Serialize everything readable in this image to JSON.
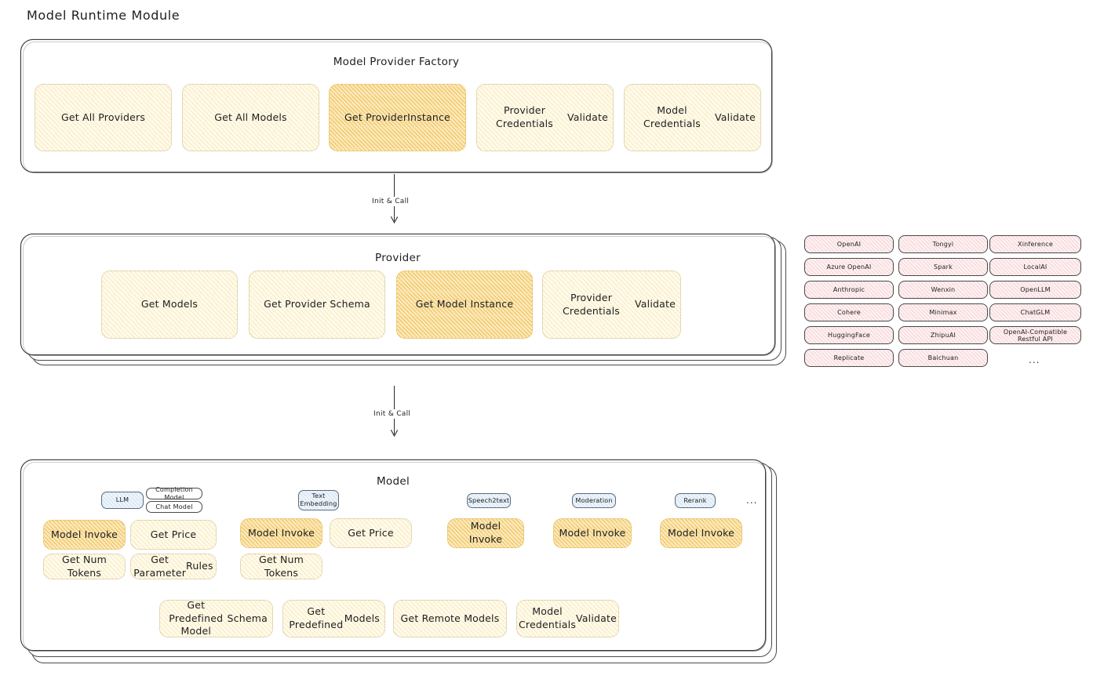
{
  "title": "Model Runtime Module",
  "colors": {
    "box_soft": "#fefaec",
    "box_strong": "#fbe9bd",
    "badge_blue": "#eef5fb",
    "chip_pink": "#fdf1f2",
    "stroke": "#1e1e1e"
  },
  "factory": {
    "title": "Model Provider Factory",
    "items": [
      {
        "label": "Get All Providers",
        "highlight": false
      },
      {
        "label": "Get All Models",
        "highlight": false
      },
      {
        "label": "Get Provider\nInstance",
        "highlight": true
      },
      {
        "label": "Provider Credentials\nValidate",
        "highlight": false
      },
      {
        "label": "Model Credentials\nValidate",
        "highlight": false
      }
    ]
  },
  "arrows": [
    {
      "label": "Init & Call"
    },
    {
      "label": "Init & Call"
    }
  ],
  "provider": {
    "title": "Provider",
    "items": [
      {
        "label": "Get Models",
        "highlight": false
      },
      {
        "label": "Get Provider Schema",
        "highlight": false
      },
      {
        "label": "Get Model Instance",
        "highlight": true
      },
      {
        "label": "Provider Credentials\nValidate",
        "highlight": false
      }
    ]
  },
  "provider_list": {
    "columns": [
      [
        "OpenAI",
        "Azure OpenAI",
        "Anthropic",
        "Cohere",
        "HuggingFace",
        "Replicate"
      ],
      [
        "Tongyi",
        "Spark",
        "Wenxin",
        "Minimax",
        "ZhipuAI",
        "Baichuan"
      ],
      [
        "Xinference",
        "LocalAI",
        "OpenLLM",
        "ChatGLM",
        "OpenAI-Compatible Restful API"
      ]
    ],
    "more": "..."
  },
  "model": {
    "title": "Model",
    "more": "...",
    "types": [
      {
        "badge": "LLM",
        "sub_badges": [
          "Completion Model",
          "Chat Model"
        ],
        "actions": [
          {
            "label": "Model Invoke",
            "highlight": true
          },
          {
            "label": "Get Price",
            "highlight": false
          },
          {
            "label": "Get Num Tokens",
            "highlight": false
          },
          {
            "label": "Get Parameter\nRules",
            "highlight": false
          }
        ]
      },
      {
        "badge": "Text\nEmbedding",
        "sub_badges": [],
        "actions": [
          {
            "label": "Model Invoke",
            "highlight": true
          },
          {
            "label": "Get Price",
            "highlight": false
          },
          {
            "label": "Get Num Tokens",
            "highlight": false
          }
        ]
      },
      {
        "badge": "Speech2text",
        "sub_badges": [],
        "actions": [
          {
            "label": "Model Invoke",
            "highlight": true
          }
        ]
      },
      {
        "badge": "Moderation",
        "sub_badges": [],
        "actions": [
          {
            "label": "Model Invoke",
            "highlight": true
          }
        ]
      },
      {
        "badge": "Rerank",
        "sub_badges": [],
        "actions": [
          {
            "label": "Model Invoke",
            "highlight": true
          }
        ]
      }
    ],
    "common_actions": [
      {
        "label": "Get Predefined Model\nSchema",
        "highlight": false
      },
      {
        "label": "Get Predefined\nModels",
        "highlight": false
      },
      {
        "label": "Get Remote Models",
        "highlight": false
      },
      {
        "label": "Model Credentials\nValidate",
        "highlight": false
      }
    ]
  }
}
